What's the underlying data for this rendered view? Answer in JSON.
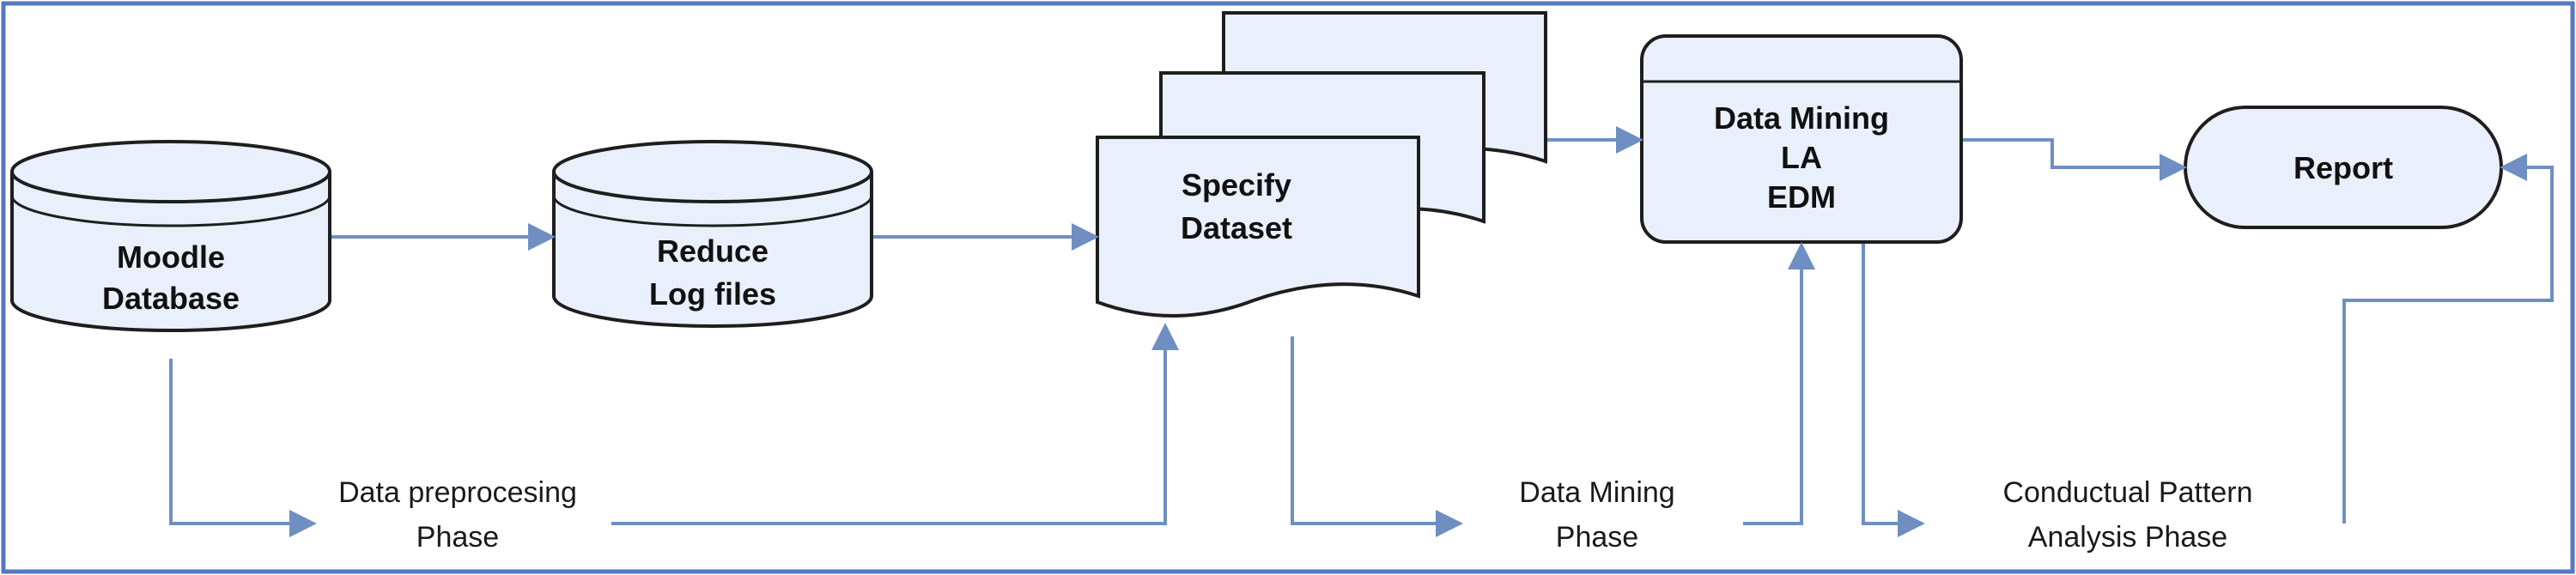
{
  "colors": {
    "border": "#5578c2",
    "connector": "#6f8fc2",
    "shape_fill": "#e9f0fb",
    "shape_stroke": "#1e1e1e"
  },
  "nodes": {
    "moodle_database": {
      "line1": "Moodle",
      "line2": "Database"
    },
    "reduce_log_files": {
      "line1": "Reduce",
      "line2": "Log files"
    },
    "specify_dataset": {
      "line1": "Specify",
      "line2": "Dataset"
    },
    "data_mining": {
      "line1": "Data Mining",
      "line2": "LA",
      "line3": "EDM"
    },
    "report": {
      "label": "Report"
    }
  },
  "phases": {
    "preprocessing": {
      "line1": "Data preprocesing",
      "line2": "Phase"
    },
    "data_mining": {
      "line1": "Data Mining",
      "line2": "Phase"
    },
    "pattern_analysis": {
      "line1": "Conductual Pattern",
      "line2": "Analysis Phase"
    }
  }
}
